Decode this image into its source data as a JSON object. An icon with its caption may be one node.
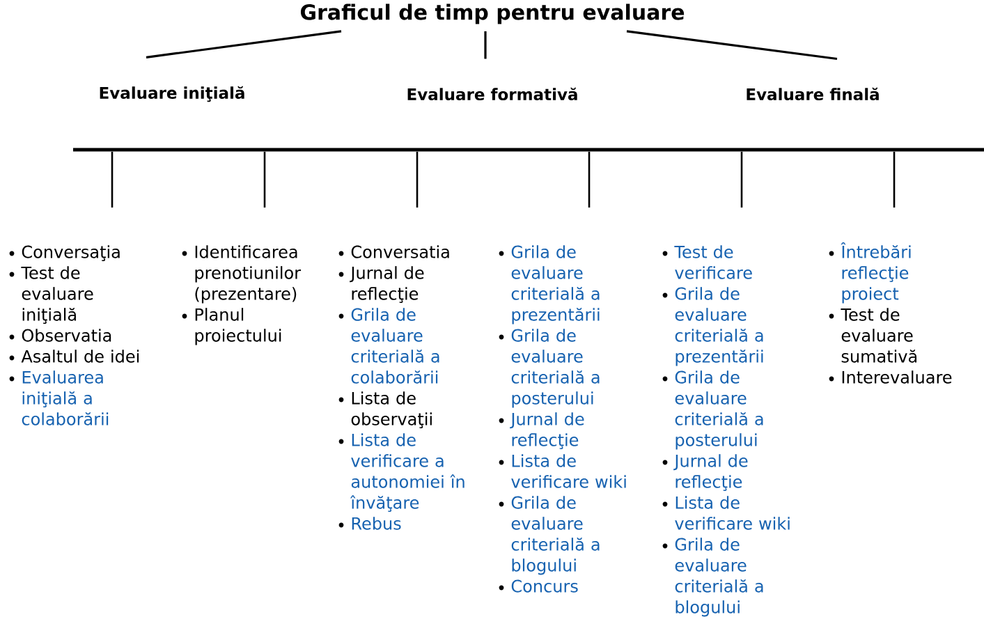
{
  "diagram": {
    "nodes": [
      {
        "text": [
          "Graficul de timp pentru evaluare"
        ]
      },
      {
        "text": [
          "Evaluare iniţială"
        ]
      },
      {
        "text": [
          "Evaluare formativă"
        ]
      },
      {
        "text": [
          "Evaluare finală"
        ]
      },
      {
        "text": [],
        "shape": "bar"
      },
      {
        "text": [
          "Conversaţia",
          "Test de evaluare iniţială",
          "Observatia",
          "Asaltul de idei",
          "Evaluarea iniţială a colaborării"
        ]
      },
      {
        "text": [
          "Identificarea prenotiunilor (prezentare)",
          "Planul proiectului"
        ]
      },
      {
        "text": [
          "Conversatia",
          "Jurnal de reflecţie",
          "Grila de evaluare criterială a colaborării",
          "Lista de observaţii",
          "Lista de verificare a autonomiei în învăţare",
          "Rebus"
        ]
      },
      {
        "text": [
          "Grila de evaluare criterială a prezentării",
          "Grila de evaluare criterială a posterului",
          "Jurnal de reflecţie",
          "Lista de verificare wiki",
          "Grila de evaluare criterială a blogului",
          "Concurs"
        ]
      },
      {
        "text": [
          "Test de verificare",
          "Grila de evaluare criterială a prezentării",
          "Grila de evaluare criterială a posterului",
          "Jurnal de reflecţie",
          "Lista de verificare wiki",
          "Grila de evaluare criterială a blogului"
        ]
      },
      {
        "text": [
          "Întrebări reflecţie proiect",
          "Test de evaluare sumativă",
          "Interevaluare"
        ]
      }
    ],
    "edges": [
      {
        "from": 0,
        "to": 1,
        "arrow": "none"
      },
      {
        "from": 0,
        "to": 2,
        "arrow": "none"
      },
      {
        "from": 0,
        "to": 3,
        "arrow": "none"
      },
      {
        "from": 4,
        "to": 5,
        "arrow": "none"
      },
      {
        "from": 4,
        "to": 6,
        "arrow": "none"
      },
      {
        "from": 4,
        "to": 7,
        "arrow": "none"
      },
      {
        "from": 4,
        "to": 8,
        "arrow": "none"
      },
      {
        "from": 4,
        "to": 9,
        "arrow": "none"
      },
      {
        "from": 4,
        "to": 10,
        "arrow": "none"
      }
    ]
  }
}
